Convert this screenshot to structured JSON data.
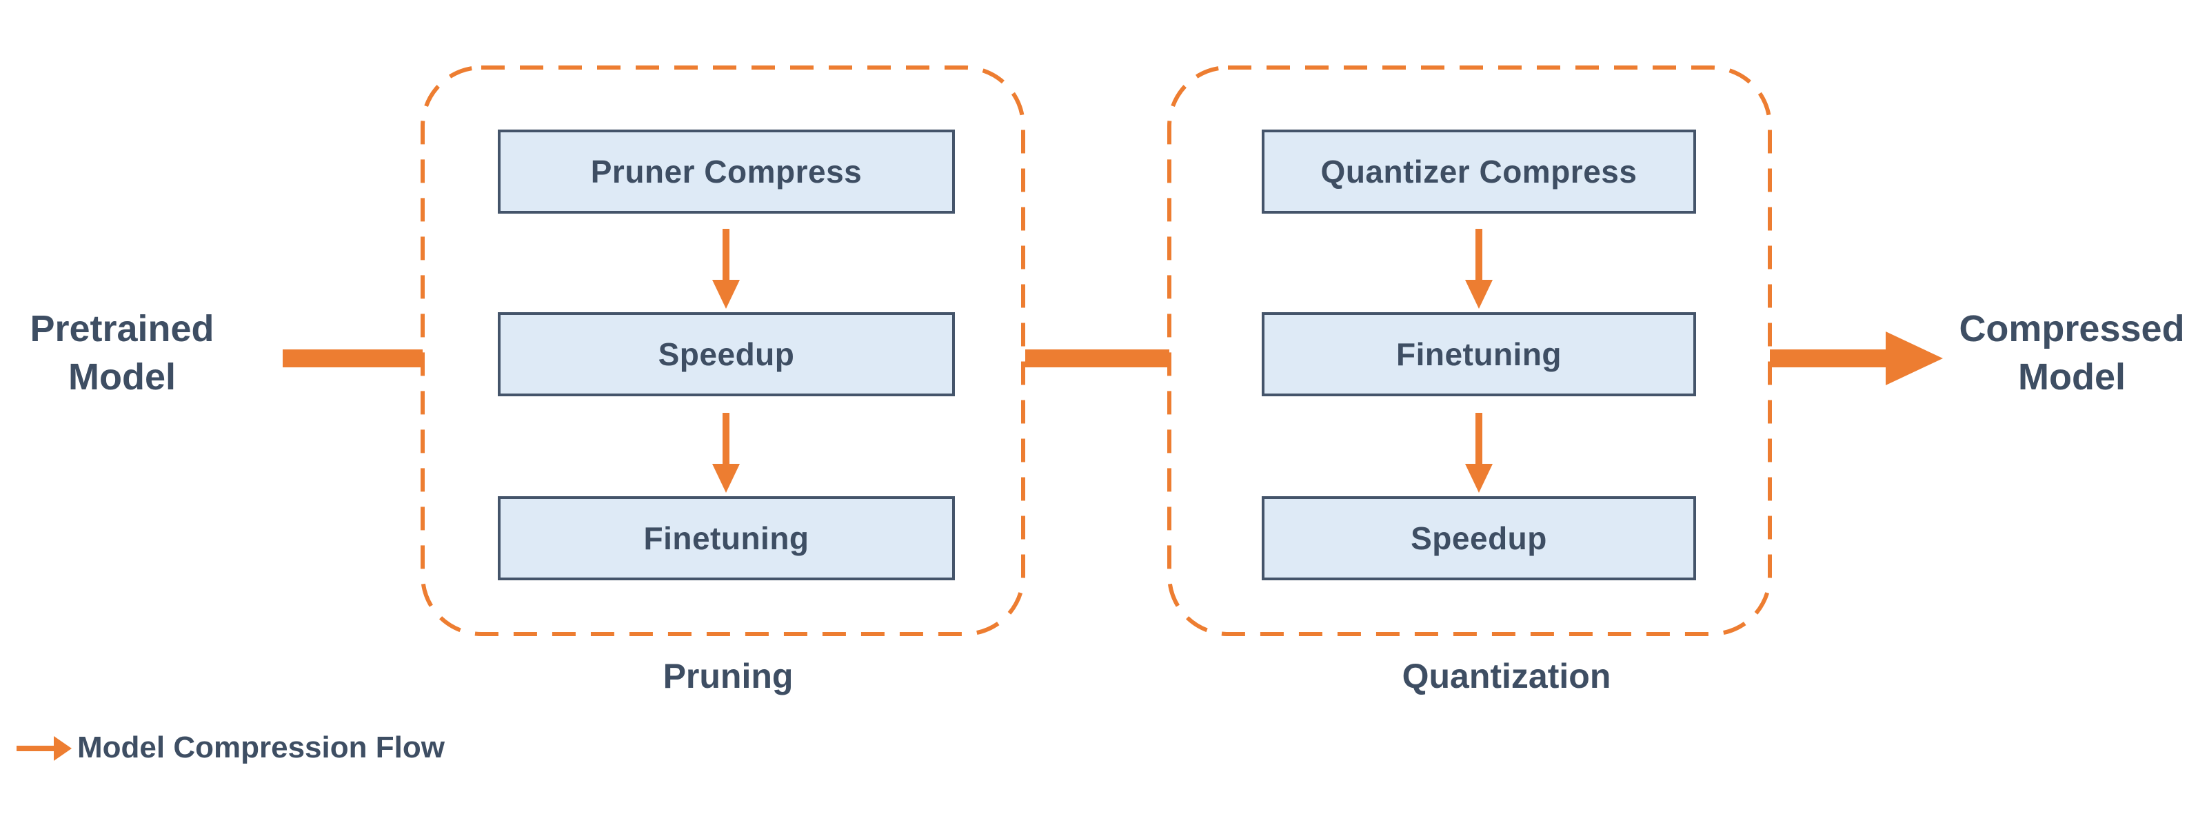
{
  "theme": {
    "accent_orange": "#ED7D31",
    "box_fill": "#DEEAF6",
    "box_border": "#44546A",
    "text_color": "#3E4E63",
    "background": "#FFFFFF"
  },
  "input_label": {
    "line1": "Pretrained",
    "line2": "Model"
  },
  "output_label": {
    "line1": "Compressed",
    "line2": "Model"
  },
  "groups": [
    {
      "label": "Pruning",
      "steps": [
        "Pruner Compress",
        "Speedup",
        "Finetuning"
      ]
    },
    {
      "label": "Quantization",
      "steps": [
        "Quantizer Compress",
        "Finetuning",
        "Speedup"
      ]
    }
  ],
  "legend": {
    "label": "Model Compression Flow"
  }
}
